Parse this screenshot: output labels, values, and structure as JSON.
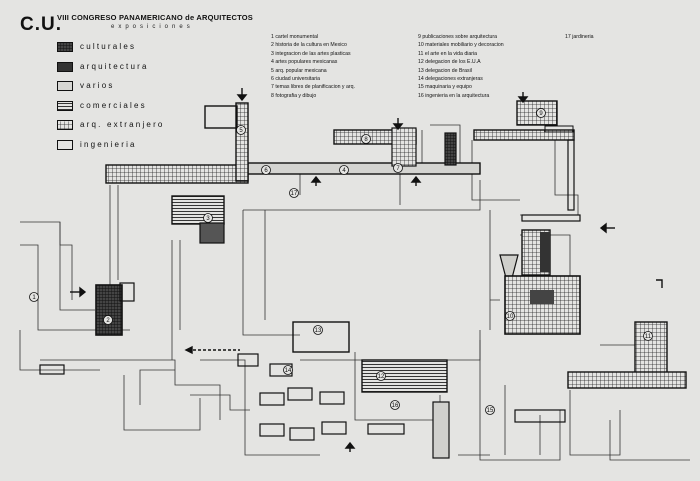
{
  "header": {
    "logo": "C.U.",
    "title": "VIII CONGRESO PANAMERICANO de ARQUITECTOS",
    "subtitle": "exposiciones"
  },
  "legend": [
    {
      "label": "culturales",
      "pattern": "dense"
    },
    {
      "label": "arquitectura",
      "pattern": "dark"
    },
    {
      "label": "varios",
      "pattern": "light"
    },
    {
      "label": "comerciales",
      "pattern": "hatch"
    },
    {
      "label": "arq. extranjero",
      "pattern": "grid"
    },
    {
      "label": "ingenieria",
      "pattern": "blank"
    }
  ],
  "list_left": [
    "1 cartel monumental",
    "2 historia de la cultura en Mexico",
    "3 integracion de las artes plasticas",
    "4 artes populares mexicanas",
    "5 arq. popular mexicana",
    "6 ciudad universitaria",
    "7 temas libres de planificacion y arq.",
    "8 fotografia y dibujo"
  ],
  "list_right": [
    "9 publicaciones sobre arquitectura",
    "10 materiales mobiliario y decoracion",
    "11 el arte en la vida diaria",
    "12 delegacion de los E.U.A",
    "13 delegacion de Brasil",
    "14 delegaciones extranjeras",
    "15 maquinaria y equipo",
    "16 ingenieria en la arquitectura"
  ],
  "list_extra": "17 jardineria",
  "plan_labels": [
    "1",
    "2",
    "3",
    "4",
    "5",
    "6",
    "7",
    "8",
    "9",
    "10",
    "11",
    "12",
    "13",
    "14",
    "15",
    "16",
    "17"
  ],
  "colors": {
    "paper": "#e4e4e2",
    "ink": "#111111",
    "frame": "#1c1c1c"
  }
}
